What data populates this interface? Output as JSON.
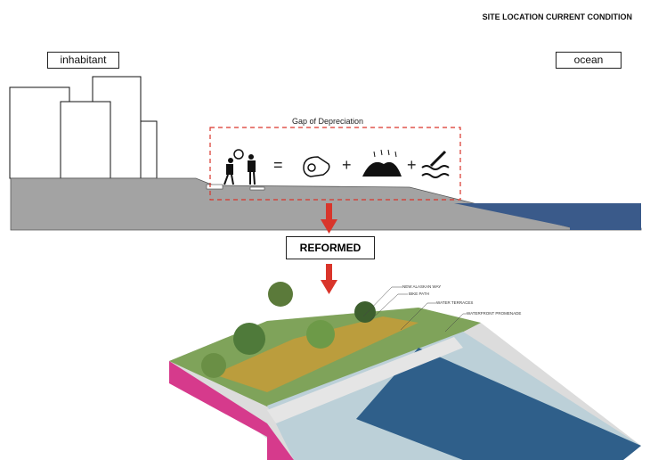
{
  "header": {
    "title": "SITE LOCATION CURRENT CONDITION"
  },
  "section": {
    "labels": {
      "inhabitant": "inhabitant",
      "ocean": "ocean"
    },
    "gap_title": "Gap of Depreciation",
    "equals": "=",
    "plus": "+"
  },
  "reformed": {
    "label": "REFORMED"
  },
  "rendering": {
    "callouts": [
      "NEW ALASKAN WAY",
      "BIKE PATH",
      "WATER TERRACES",
      "WATERFRONT PROMENADE"
    ]
  },
  "colors": {
    "accent": "#d9352b",
    "ground": "#9a9a9a",
    "ocean": "#3a5a8a"
  }
}
